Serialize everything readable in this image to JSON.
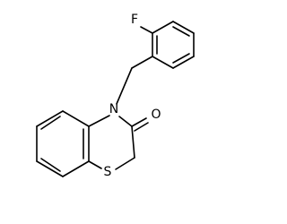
{
  "structure": {
    "atoms": {
      "fluorine": "F",
      "nitrogen": "N",
      "oxygen": "O",
      "sulfur": "S"
    },
    "line_color": "#000000",
    "background": "#ffffff"
  }
}
